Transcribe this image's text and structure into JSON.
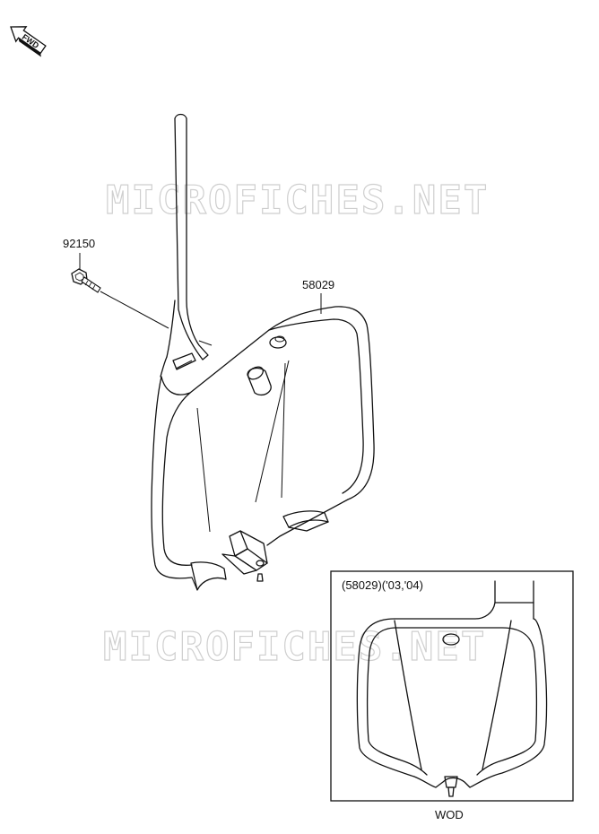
{
  "watermark": "MICROFICHES.NET",
  "fwd_label": "FWD",
  "parts": {
    "bolt_number": "92150",
    "plate_number": "58029"
  },
  "inset": {
    "caption": "(58029)('03,'04)",
    "footer": "WOD"
  }
}
